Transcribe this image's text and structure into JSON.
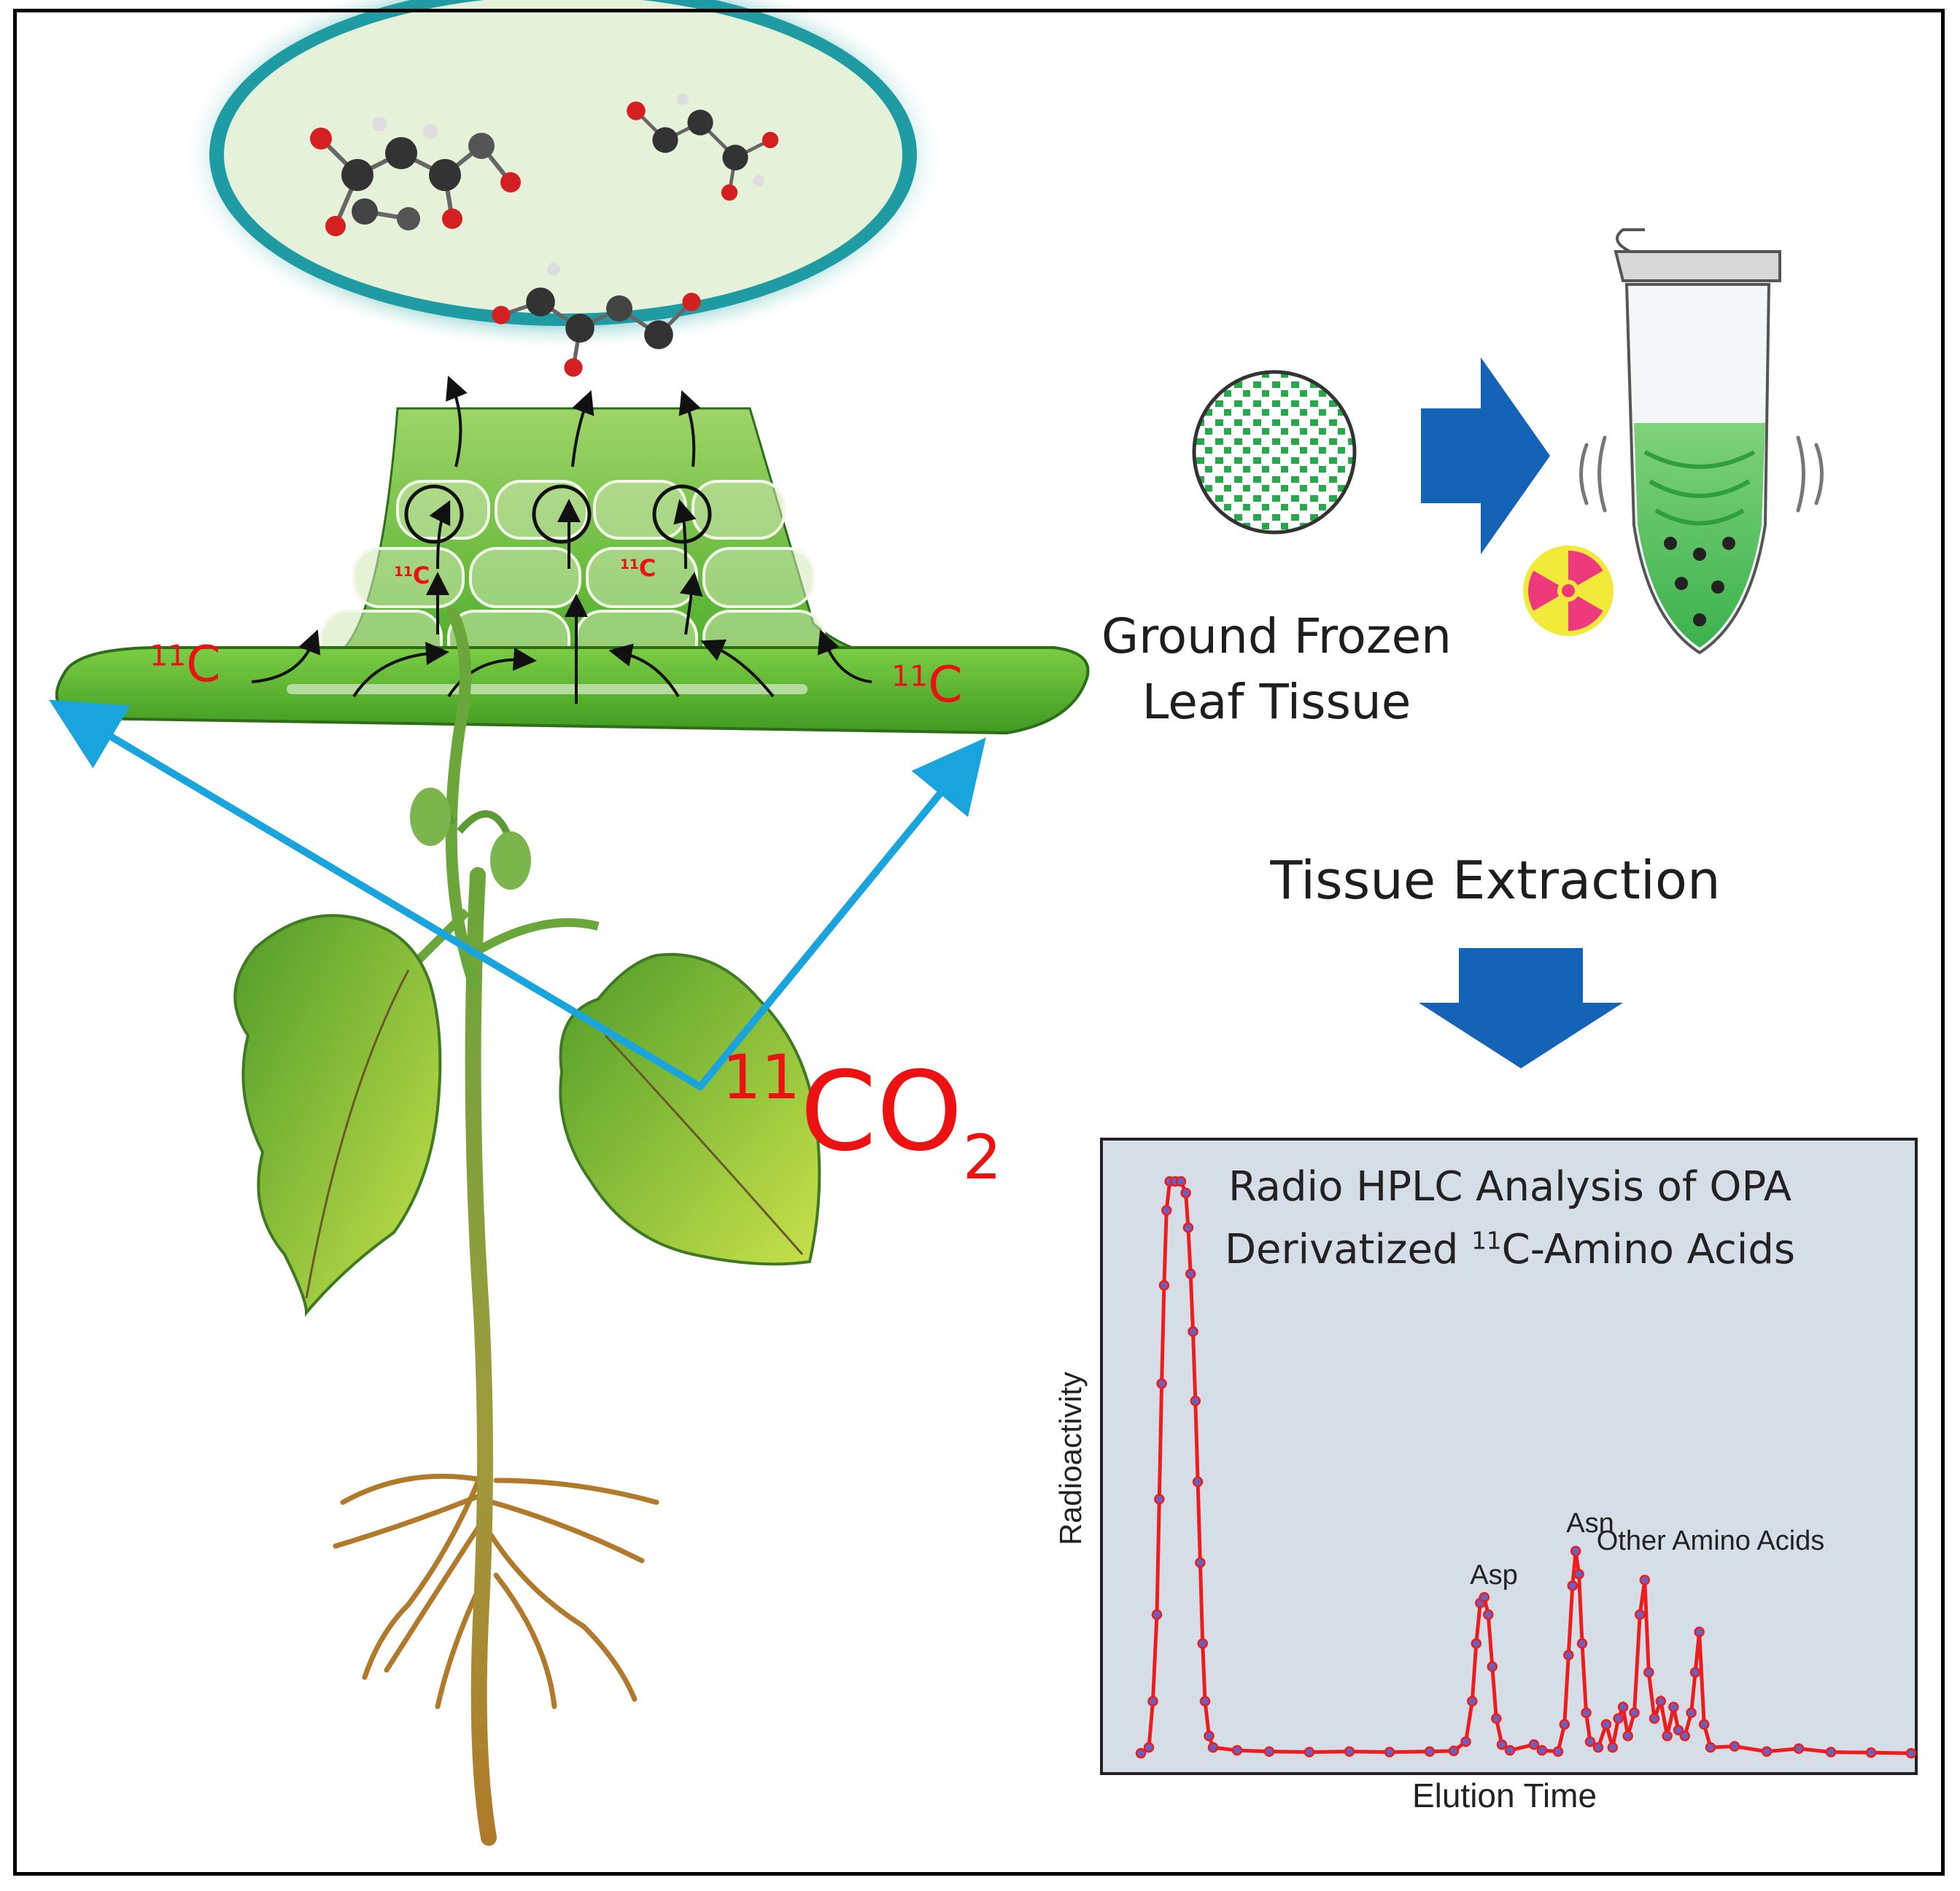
{
  "labels": {
    "c11_left": "C",
    "c11_right": "C",
    "c11_small_a": "C",
    "c11_small_b": "C",
    "isotope_mass": "11",
    "co2_main": "CO",
    "co2_subscript": "2"
  },
  "steps": {
    "ground_line1": "Ground Frozen",
    "ground_line2": "Leaf Tissue",
    "extraction": "Tissue Extraction"
  },
  "chart_data": {
    "type": "scatter",
    "title_line1": "Radio HPLC Analysis of OPA",
    "title_line2_prefix": "Derivatized ",
    "title_line2_sup": "11",
    "title_line2_suffix": "C-Amino Acids",
    "xlabel": "Elution Time",
    "ylabel": "Radioactivity",
    "xlim": [
      0,
      100
    ],
    "ylim": [
      0,
      100
    ],
    "annotations": [
      {
        "text": "Asp",
        "x": 48,
        "y": 29
      },
      {
        "text": "Asn",
        "x": 60,
        "y": 38
      },
      {
        "text": "Other Amino Acids",
        "x": 75,
        "y": 35
      }
    ],
    "series": [
      {
        "points": [
          [
            4,
            1
          ],
          [
            5,
            2
          ],
          [
            5.5,
            10
          ],
          [
            6,
            25
          ],
          [
            6.3,
            45
          ],
          [
            6.6,
            65
          ],
          [
            6.9,
            82
          ],
          [
            7.2,
            95
          ],
          [
            7.6,
            100
          ],
          [
            8.3,
            100
          ],
          [
            9,
            100
          ],
          [
            9.6,
            98
          ],
          [
            9.9,
            92
          ],
          [
            10.2,
            84
          ],
          [
            10.5,
            74
          ],
          [
            10.8,
            62
          ],
          [
            11.1,
            48
          ],
          [
            11.4,
            34
          ],
          [
            11.7,
            20
          ],
          [
            12,
            10
          ],
          [
            12.5,
            4
          ],
          [
            13,
            2
          ],
          [
            16,
            1.5
          ],
          [
            20,
            1.3
          ],
          [
            25,
            1.2
          ],
          [
            30,
            1.3
          ],
          [
            35,
            1.2
          ],
          [
            40,
            1.3
          ],
          [
            43,
            1.4
          ],
          [
            44.5,
            3
          ],
          [
            45.3,
            10
          ],
          [
            45.8,
            20
          ],
          [
            46.3,
            27
          ],
          [
            46.8,
            28
          ],
          [
            47.3,
            25
          ],
          [
            47.8,
            16
          ],
          [
            48.3,
            7
          ],
          [
            49,
            2.5
          ],
          [
            50,
            1.5
          ],
          [
            53,
            2.5
          ],
          [
            54,
            1.5
          ],
          [
            56,
            1.3
          ],
          [
            56.8,
            6
          ],
          [
            57.3,
            18
          ],
          [
            57.8,
            30
          ],
          [
            58.2,
            36
          ],
          [
            58.6,
            32
          ],
          [
            59,
            20
          ],
          [
            59.5,
            8
          ],
          [
            60,
            3
          ],
          [
            61,
            2
          ],
          [
            62,
            6
          ],
          [
            62.8,
            2
          ],
          [
            63.5,
            7
          ],
          [
            64.1,
            9
          ],
          [
            64.7,
            4
          ],
          [
            65.5,
            8
          ],
          [
            66.2,
            25
          ],
          [
            66.8,
            31
          ],
          [
            67.3,
            15
          ],
          [
            68,
            7
          ],
          [
            68.8,
            10
          ],
          [
            69.6,
            4
          ],
          [
            70.4,
            9
          ],
          [
            71,
            5
          ],
          [
            71.8,
            4
          ],
          [
            72.6,
            8
          ],
          [
            73.1,
            15
          ],
          [
            73.6,
            22
          ],
          [
            74.2,
            6
          ],
          [
            75,
            2
          ],
          [
            78,
            2.2
          ],
          [
            82,
            1.3
          ],
          [
            86,
            1.8
          ],
          [
            90,
            1.2
          ],
          [
            95,
            1.1
          ],
          [
            100,
            1
          ]
        ]
      }
    ]
  }
}
